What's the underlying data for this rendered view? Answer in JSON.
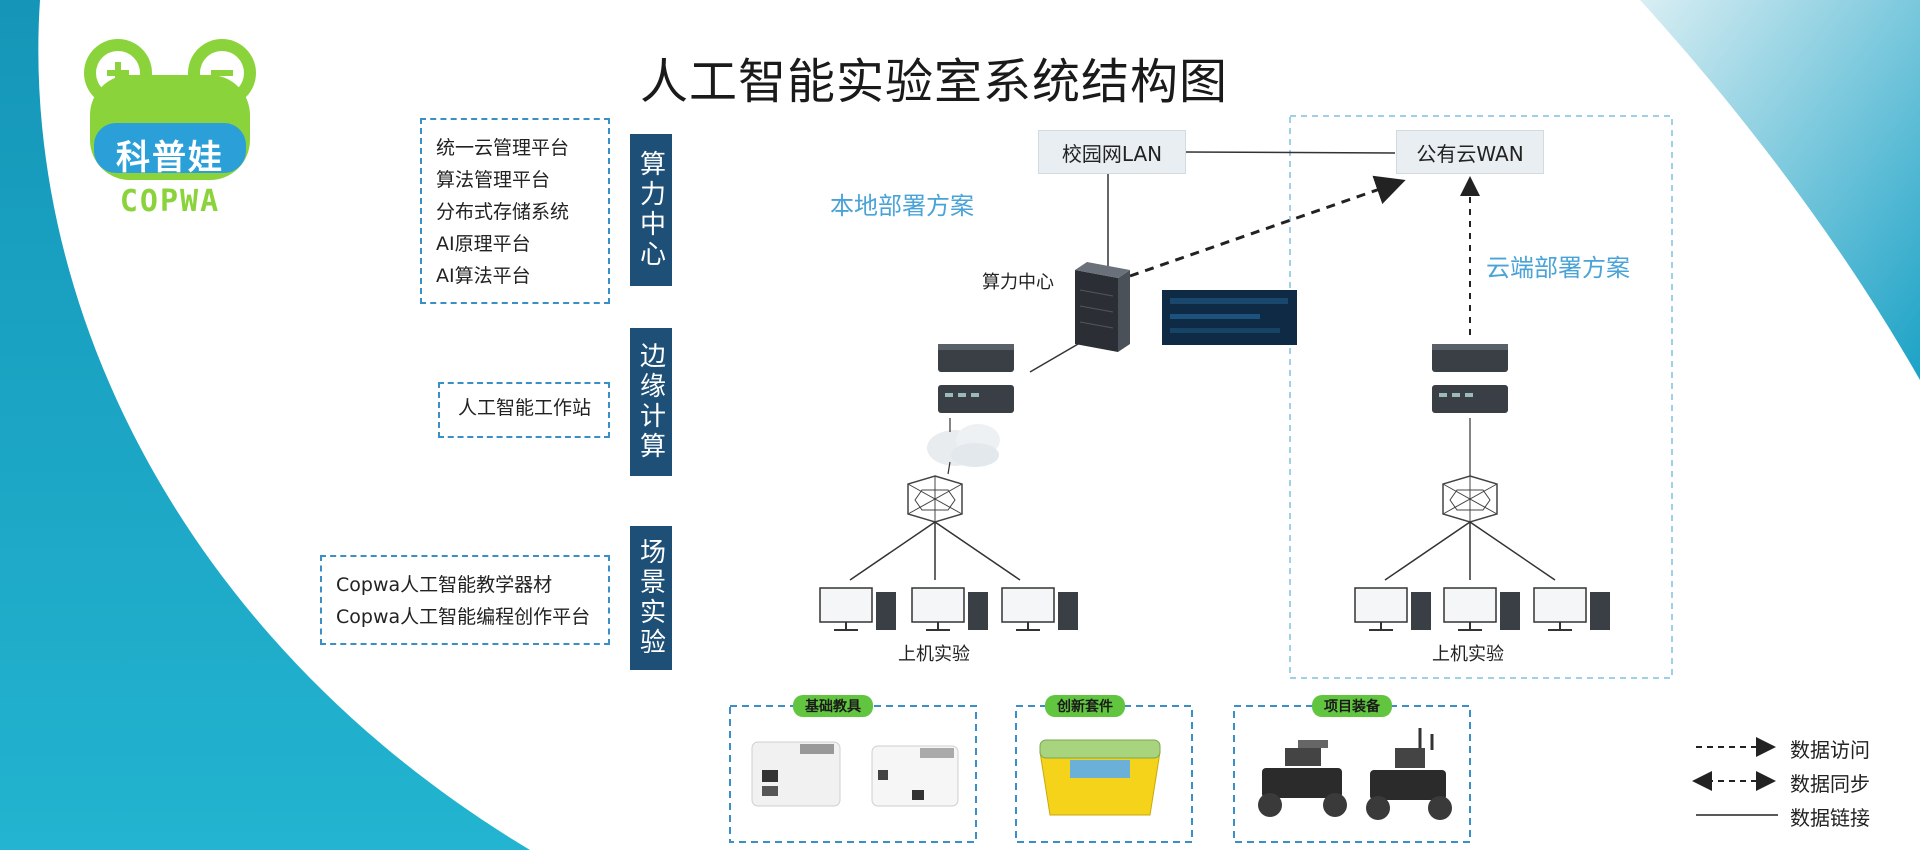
{
  "title": "人工智能实验室系统结构图",
  "logo": {
    "text_cn": "科普娃",
    "text_en": "COPWA"
  },
  "layers": [
    {
      "label": "算力中心",
      "items": [
        "统一云管理平台",
        "算法管理平台",
        "分布式存储系统",
        "AI原理平台",
        "AI算法平台"
      ]
    },
    {
      "label": "边缘计算",
      "items": [
        "人工智能工作站"
      ]
    },
    {
      "label": "场景实验",
      "items": [
        "Copwa人工智能教学器材",
        "Copwa人工智能编程创作平台"
      ]
    }
  ],
  "network": {
    "lan": "校园网LAN",
    "wan": "公有云WAN",
    "local_plan": "本地部署方案",
    "cloud_plan": "云端部署方案",
    "compute_center": "算力中心",
    "lab_left": "上机实验",
    "lab_right": "上机实验"
  },
  "equipment": [
    {
      "tag": "基础教具"
    },
    {
      "tag": "创新套件"
    },
    {
      "tag": "项目装备"
    }
  ],
  "legend": [
    {
      "label": "数据访问",
      "style": "dashed-arrow"
    },
    {
      "label": "数据同步",
      "style": "dashed-double-arrow"
    },
    {
      "label": "数据链接",
      "style": "solid"
    }
  ],
  "colors": {
    "teal": "#1aa3c4",
    "dark_blue": "#1d4f77",
    "accent_blue": "#3b8fc7",
    "plan_blue": "#4aa3d8",
    "logo_green": "#8bd33a",
    "tag_green": "#62c53f"
  }
}
